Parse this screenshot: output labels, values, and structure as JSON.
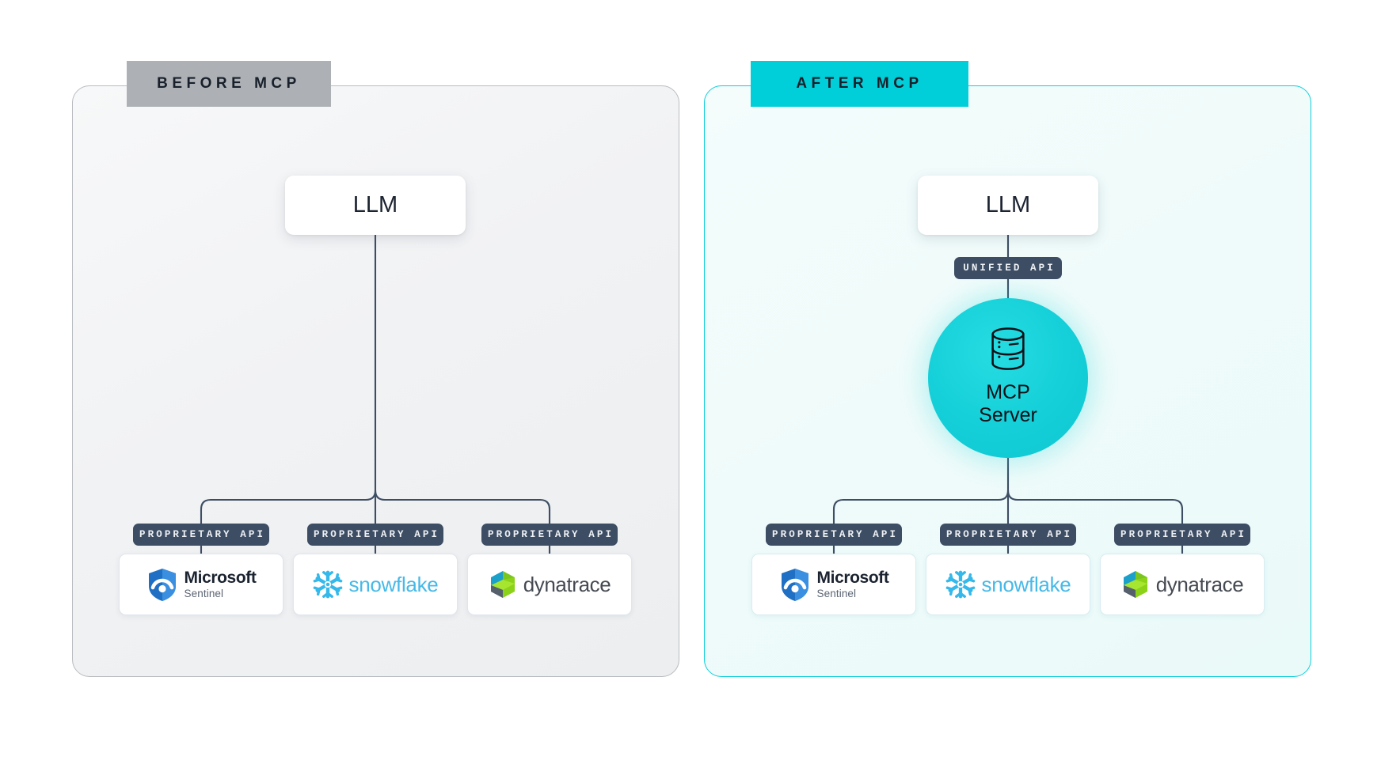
{
  "panels": {
    "before": {
      "tab_label": "BEFORE MCP",
      "llm_label": "LLM",
      "accent_color": "#adb0b4",
      "border_color": "#b9bcc0",
      "connections": [
        {
          "badge": "PROPRIETARY API",
          "vendor": "Microsoft Sentinel"
        },
        {
          "badge": "PROPRIETARY API",
          "vendor": "snowflake"
        },
        {
          "badge": "PROPRIETARY API",
          "vendor": "dynatrace"
        }
      ]
    },
    "after": {
      "tab_label": "AFTER MCP",
      "llm_label": "LLM",
      "accent_color": "#00ced8",
      "border_color": "#12cfda",
      "unified_badge": "UNIFIED API",
      "hub": {
        "title_line1": "MCP",
        "title_line2": "Server",
        "icon": "database-stack-icon",
        "color": "#14cfd8"
      },
      "connections": [
        {
          "badge": "PROPRIETARY API",
          "vendor": "Microsoft Sentinel"
        },
        {
          "badge": "PROPRIETARY API",
          "vendor": "snowflake"
        },
        {
          "badge": "PROPRIETARY API",
          "vendor": "dynatrace"
        }
      ]
    }
  },
  "vendors": {
    "microsoft": {
      "name": "Microsoft",
      "product": "Sentinel",
      "icon": "microsoft-sentinel-shield-icon",
      "color": "#2a7ac9"
    },
    "snowflake": {
      "name": "snowflake",
      "icon": "snowflake-icon",
      "color": "#46b9e8"
    },
    "dynatrace": {
      "name": "dynatrace",
      "icon": "dynatrace-cube-icon",
      "color": "#454a52"
    }
  },
  "pill_style": {
    "background": "#3d4d63",
    "text_color": "#eef1f5"
  }
}
